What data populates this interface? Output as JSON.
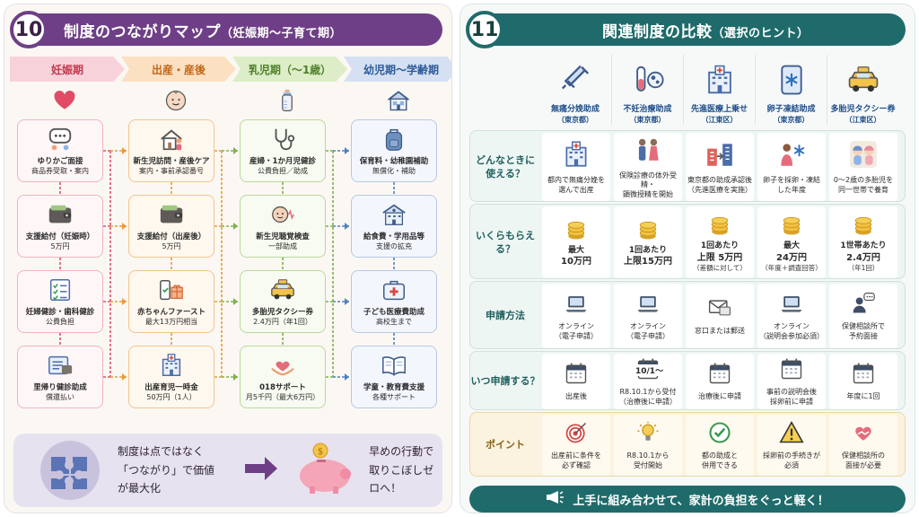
{
  "left": {
    "number": "10",
    "title": "制度のつながりマップ",
    "subtitle": "（妊娠期〜子育て期）",
    "phases": [
      {
        "label": "妊娠期",
        "color": "#f8d2da",
        "text_color": "#c0394f"
      },
      {
        "label": "出産・産後",
        "color": "#fbe0c2",
        "text_color": "#c2681a"
      },
      {
        "label": "乳児期（〜1歳）",
        "color": "#dcedc8",
        "text_color": "#4f7f2a"
      },
      {
        "label": "幼児期〜学齢期",
        "color": "#d5e1f2",
        "text_color": "#2e5b99"
      }
    ],
    "columns": [
      {
        "cards": [
          {
            "icon": "chat-icon",
            "t1": "ゆりかご面接",
            "t2": "商品券受取・案内"
          },
          {
            "icon": "wallet-icon",
            "t1": "支援給付（妊娠時）",
            "t2": "5万円"
          },
          {
            "icon": "checklist-icon",
            "t1": "妊婦健診・歯科健診",
            "t2": "公費負担"
          },
          {
            "icon": "wallet-card-icon",
            "t1": "里帰り健診助成",
            "t2": "償還払い"
          }
        ]
      },
      {
        "cards": [
          {
            "icon": "home-visit-icon",
            "t1": "新生児訪問・産後ケア",
            "t2": "案内・事前承認番号"
          },
          {
            "icon": "wallet-icon",
            "t1": "支援給付（出産後）",
            "t2": "5万円"
          },
          {
            "icon": "phone-gift-icon",
            "t1": "赤ちゃんファースト",
            "t2": "最大13万円相当"
          },
          {
            "icon": "hospital-icon",
            "t1": "出産育児一時金",
            "t2": "50万円（1人）"
          }
        ]
      },
      {
        "cards": [
          {
            "icon": "stethoscope-icon",
            "t1": "産婦・1か月児健診",
            "t2": "公費負担／助成"
          },
          {
            "icon": "baby-hearing-icon",
            "t1": "新生児聴覚検査",
            "t2": "一部助成"
          },
          {
            "icon": "taxi-icon",
            "t1": "多胎児タクシー券",
            "t2": "2.4万円（年1回）"
          },
          {
            "icon": "heart-hands-icon",
            "t1": "018サポート",
            "t2": "月5千円（最大6万円）"
          }
        ]
      },
      {
        "cards": [
          {
            "icon": "backpack-icon",
            "t1": "保育料・幼稚園補助",
            "t2": "無償化・補助"
          },
          {
            "icon": "school-icon",
            "t1": "給食費・学用品等",
            "t2": "支援の拡充"
          },
          {
            "icon": "first-aid-icon",
            "t1": "子ども医療費助成",
            "t2": "高校生まで"
          },
          {
            "icon": "book-icon",
            "t1": "学童・教育費支援",
            "t2": "各種サポート"
          }
        ]
      }
    ],
    "bottom": {
      "line1": "制度は点ではなく",
      "line2": "「つながり」で価値が最大化",
      "line3": "早めの行動で",
      "line4": "取りこぼしゼロへ！"
    }
  },
  "right": {
    "number": "11",
    "title": "関連制度の比較",
    "subtitle": "（選択のヒント）",
    "programs": [
      {
        "icon": "syringe-icon",
        "name": "無痛分娩助成",
        "loc": "（東京都）"
      },
      {
        "icon": "test-tube-icon",
        "name": "不妊治療助成",
        "loc": "（東京都）"
      },
      {
        "icon": "hospital-icon",
        "name": "先進医療上乗せ",
        "loc": "（江東区）"
      },
      {
        "icon": "freezer-icon",
        "name": "卵子凍結助成",
        "loc": "（東京都）"
      },
      {
        "icon": "taxi-icon",
        "name": "多胎児タクシー券",
        "loc": "（江東区）"
      }
    ],
    "rows": [
      {
        "label": "どんなときに\n使える？",
        "cells": [
          {
            "icon": "hospital-icon",
            "text": "都内で無痛分娩を\n選んで出産"
          },
          {
            "icon": "couple-icon",
            "text": "保険診療の体外受精・\n顕微授精を開始"
          },
          {
            "icon": "buildings-icon",
            "text": "東京都の助成承認後\n（先進医療を実施）"
          },
          {
            "icon": "woman-snowflake-icon",
            "text": "卵子を採卵・凍結\nした年度"
          },
          {
            "icon": "twins-icon",
            "text": "0〜2歳の多胎児を\n同一世帯で養育"
          }
        ]
      },
      {
        "label": "いくらもらえる？",
        "cells": [
          {
            "icon": "coins-icon",
            "top": "最大",
            "big": "10万円",
            "small": ""
          },
          {
            "icon": "coins-icon",
            "top": "1回あたり",
            "big": "上限15万円",
            "small": ""
          },
          {
            "icon": "coins-icon",
            "top": "1回あたり",
            "big": "上限 5万円",
            "small": "（差額に対して）"
          },
          {
            "icon": "coins-icon",
            "top": "最大",
            "big": "24万円",
            "small": "（年度＋調査回答）"
          },
          {
            "icon": "coins-icon",
            "top": "1世帯あたり",
            "big": "2.4万円",
            "small": "（年1回）"
          }
        ]
      },
      {
        "label": "申請方法",
        "cells": [
          {
            "icon": "laptop-icon",
            "text": "オンライン\n（電子申請）"
          },
          {
            "icon": "laptop-icon",
            "text": "オンライン\n（電子申請）"
          },
          {
            "icon": "mail-icon",
            "text": "窓口または郵送"
          },
          {
            "icon": "laptop-icon",
            "text": "オンライン\n（説明会参加必須）"
          },
          {
            "icon": "consult-icon",
            "text": "保健相談所で\n予約面接"
          }
        ]
      },
      {
        "label": "いつ申請する？",
        "cells": [
          {
            "icon": "calendar-icon",
            "cal": "",
            "text": "出産後"
          },
          {
            "icon": "calendar-icon",
            "cal": "10/1〜",
            "text": "R8.10.1から受付\n（治療後に申請）"
          },
          {
            "icon": "calendar-icon",
            "cal": "",
            "text": "治療後に申請"
          },
          {
            "icon": "calendar-icon",
            "cal": "",
            "text": "事前の説明会後\n採卵前に申請"
          },
          {
            "icon": "calendar-icon",
            "cal": "",
            "text": "年度に1回"
          }
        ]
      },
      {
        "label": "ポイント",
        "cells": [
          {
            "icon": "target-icon",
            "text": "出産前に条件を\n必ず確認"
          },
          {
            "icon": "bulb-icon",
            "text": "R8.10.1から\n受付開始"
          },
          {
            "icon": "check-icon",
            "text": "都の助成と\n併用できる"
          },
          {
            "icon": "warning-icon",
            "text": "採卵前の手続きが\n必須"
          },
          {
            "icon": "handshake-icon",
            "text": "保健相談所の\n面接が必要"
          }
        ]
      }
    ],
    "footer": "上手に組み合わせて、家計の負担をぐっと軽く！"
  },
  "colors": {
    "purple": "#6e3f86",
    "teal": "#1f6b6b",
    "pink_arrow": "#d9546c",
    "orange_arrow": "#e79a3e",
    "green_arrow": "#7fb04c",
    "blue_arrow": "#4f80c4"
  }
}
